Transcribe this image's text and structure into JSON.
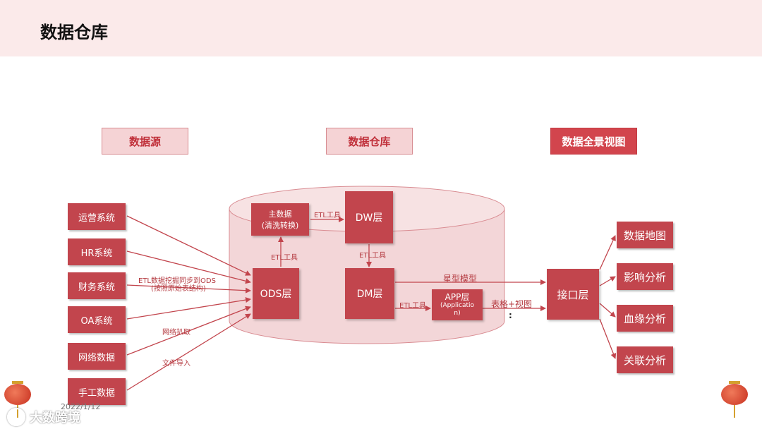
{
  "page": {
    "title": "数据仓库"
  },
  "headers": {
    "source": "数据源",
    "warehouse": "数据仓库",
    "panorama": "数据全景视图"
  },
  "sources": [
    "运营系统",
    "HR系统",
    "财务系统",
    "OA系统",
    "网络数据",
    "手工数据"
  ],
  "source_labels": {
    "etl_sync_line1": "ETL数据挖掘同步到ODS",
    "etl_sync_line2": "(按照原始表结构)",
    "crawl": "网络扒取",
    "file_import": "文件导入"
  },
  "warehouse": {
    "master_data_line1": "主数据",
    "master_data_line2": "(清洗转换)",
    "dw": "DW层",
    "ods": "ODS层",
    "dm": "DM层",
    "app_line1": "APP层",
    "app_line2": "(Applicatio",
    "app_line3": "n)",
    "etl_tool_1": "ETL工具",
    "etl_tool_2": "ETL工具",
    "etl_tool_3": "ETL工具",
    "etl_tool_4": "ETL工具"
  },
  "flow_labels": {
    "star_schema": "星型模型",
    "table_view": "表格+视图",
    "colon": ":"
  },
  "interface": "接口层",
  "outputs": [
    "数据地图",
    "影响分析",
    "血缘分析",
    "关联分析"
  ],
  "footer": {
    "date_fragment": "2022/1/12",
    "watermark": "大数跨境"
  },
  "colors": {
    "accent": "#c2454d",
    "header_fill": "#f5d3d5",
    "panorama_header_fill": "#d2454d",
    "cylinder": "#f3d6d8"
  }
}
